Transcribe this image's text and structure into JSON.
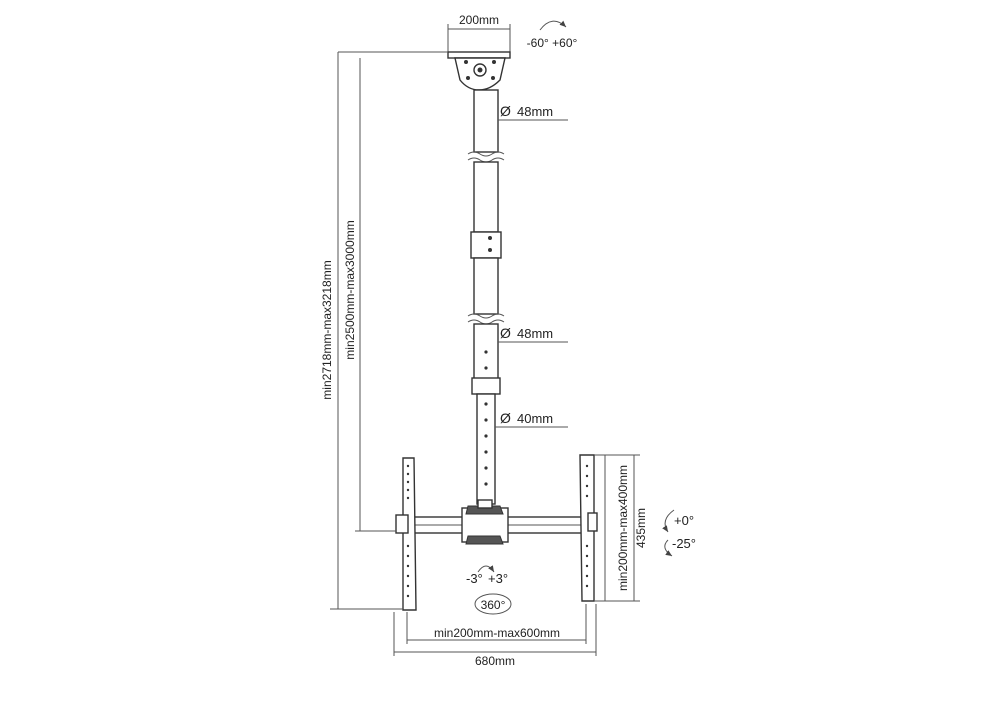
{
  "title": "",
  "dimensions": {
    "plate_width": "200mm",
    "swivel_top": "-60° +60°",
    "pole_upper_dia": "48mm",
    "pole_middle_dia": "48mm",
    "pole_lower_dia": "40mm",
    "total_height": "min2718mm-max3218mm",
    "pole_height": "min2500mm-max3000mm",
    "vertical_hole": "min200mm-max400mm",
    "arm_height": "435mm",
    "tilt_up": "+0°",
    "tilt_down": "-25°",
    "level_left": "-3°",
    "level_right": "+3°",
    "rotation": "360°",
    "horizontal_hole": "min200mm-max600mm",
    "overall_width": "680mm",
    "diameter_symbol": "Ø"
  },
  "colors": {
    "line": "#333333",
    "dim_line": "#555555",
    "background": "#ffffff"
  }
}
